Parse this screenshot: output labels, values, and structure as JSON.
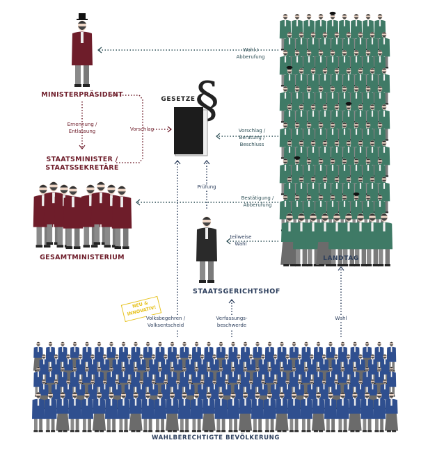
{
  "colors": {
    "ministry": "#6e1d2a",
    "landtag": "#3f7a66",
    "population": "#2f4f8f",
    "text_blue": "#2c3e5c",
    "badge": "#e7c321"
  },
  "labels": {
    "ministerpraesident": "MINISTERPRÄSIDENT",
    "ernennung_1": "Ernennung /",
    "ernennung_2": "Entlassung",
    "staatsminister_1": "STAATSMINISTER /",
    "staatsminister_2": "STAATSSEKRETÄRE",
    "gesamtministerium": "GESAMTMINISTERIUM",
    "vorschlag": "Vorschlag",
    "gesetze": "GESETZE",
    "wahl_abb_1": "Wahl /",
    "wahl_abb_2": "Abberufung",
    "vbb_1": "Vorschlag /",
    "vbb_2": "Beratung /",
    "vbb_3": "Beschluss",
    "best_1": "Bestätigung /",
    "best_2": "Abberufung",
    "pruefung": "Prüfung",
    "teilweise_1": "teilweise",
    "teilweise_2": "Wahl",
    "staatsgerichtshof": "STAATSGERICHTSHOF",
    "landtag": "LANDTAG",
    "badge_1": "NEU &",
    "badge_2": "INNOVATIV!",
    "volks_1": "Volksbegehren /",
    "volks_2": "Volksentscheid",
    "verf_1": "Verfassungs-",
    "verf_2": "beschwerde",
    "wahl": "Wahl",
    "bevoelkerung": "WAHLBERECHTIGTE BEVÖLKERUNG"
  }
}
